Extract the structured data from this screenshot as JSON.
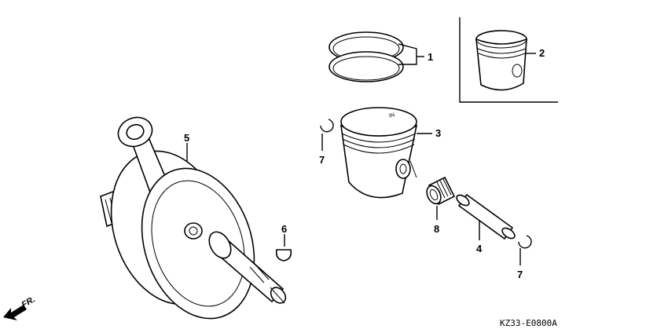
{
  "callouts": {
    "c1": "1",
    "c2": "2",
    "c3": "3",
    "c4": "4",
    "c5": "5",
    "c6": "6",
    "c7a": "7",
    "c7b": "7",
    "c8": "8"
  },
  "diagram_code": "KZ33-E0800A",
  "direction_label": "FR.",
  "piston_marking": "IN"
}
